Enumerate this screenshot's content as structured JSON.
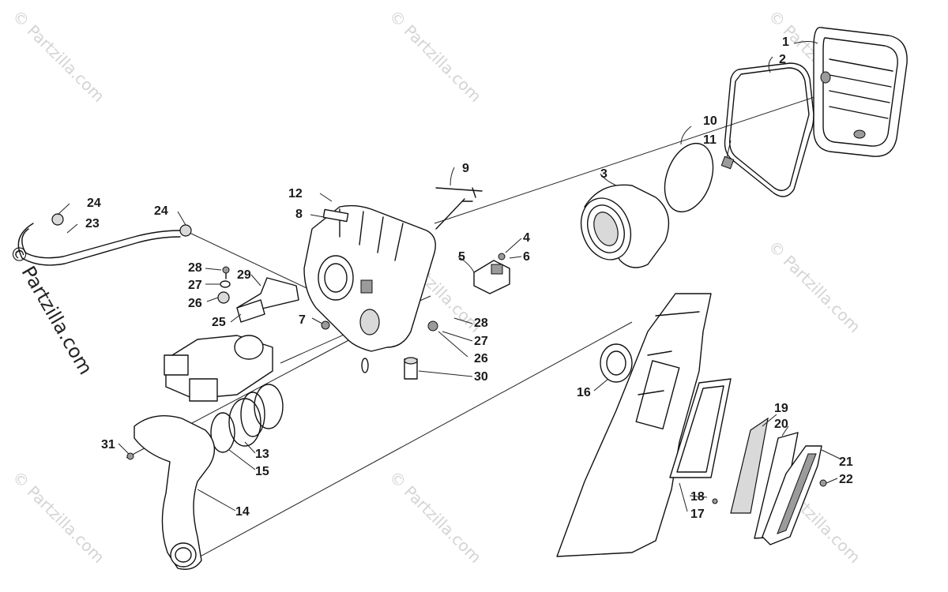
{
  "watermark": "© Partzilla.com",
  "callouts": [
    "1",
    "2",
    "3",
    "4",
    "5",
    "6",
    "7",
    "8",
    "9",
    "10",
    "11",
    "12",
    "13",
    "14",
    "15",
    "16",
    "17",
    "18",
    "19",
    "20",
    "21",
    "22",
    "23",
    "24",
    "24",
    "25",
    "26",
    "26",
    "27",
    "27",
    "28",
    "28",
    "29",
    "30",
    "31"
  ]
}
